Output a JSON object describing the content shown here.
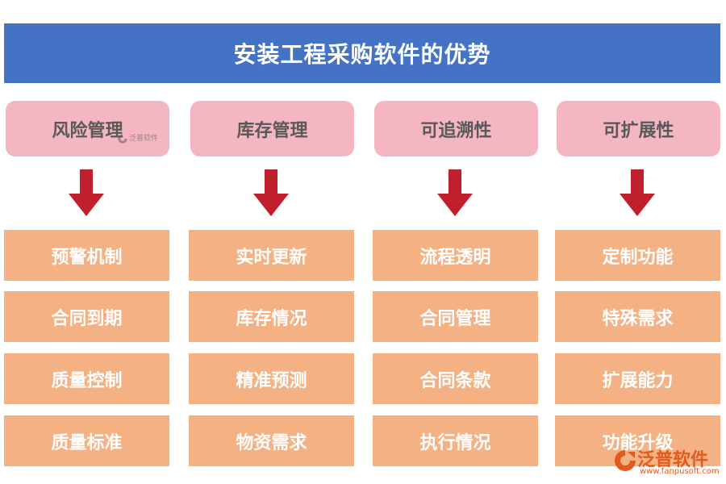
{
  "title": "安装工程采购软件的优势",
  "colors": {
    "title_bg": "#4472c4",
    "header_bg": "#f4b6c0",
    "header_text": "#595959",
    "item_bg": "#f4b183",
    "arrow": "#c0202c",
    "logo": "#e25a1c"
  },
  "columns": [
    {
      "header": "风险管理",
      "items": [
        "预警机制",
        "合同到期",
        "质量控制",
        "质量标准"
      ]
    },
    {
      "header": "库存管理",
      "items": [
        "实时更新",
        "库存情况",
        "精准预测",
        "物资需求"
      ]
    },
    {
      "header": "可追溯性",
      "items": [
        "流程透明",
        "合同管理",
        "合同条款",
        "执行情况"
      ]
    },
    {
      "header": "可扩展性",
      "items": [
        "定制功能",
        "特殊需求",
        "扩展能力",
        "功能升级"
      ]
    }
  ],
  "logo": {
    "name": "泛普软件",
    "url": "www.fanpusoft.com",
    "icon": "fanpu-logo-icon"
  },
  "watermark": {
    "name": "泛普软件",
    "icon": "fanpu-watermark-icon"
  }
}
